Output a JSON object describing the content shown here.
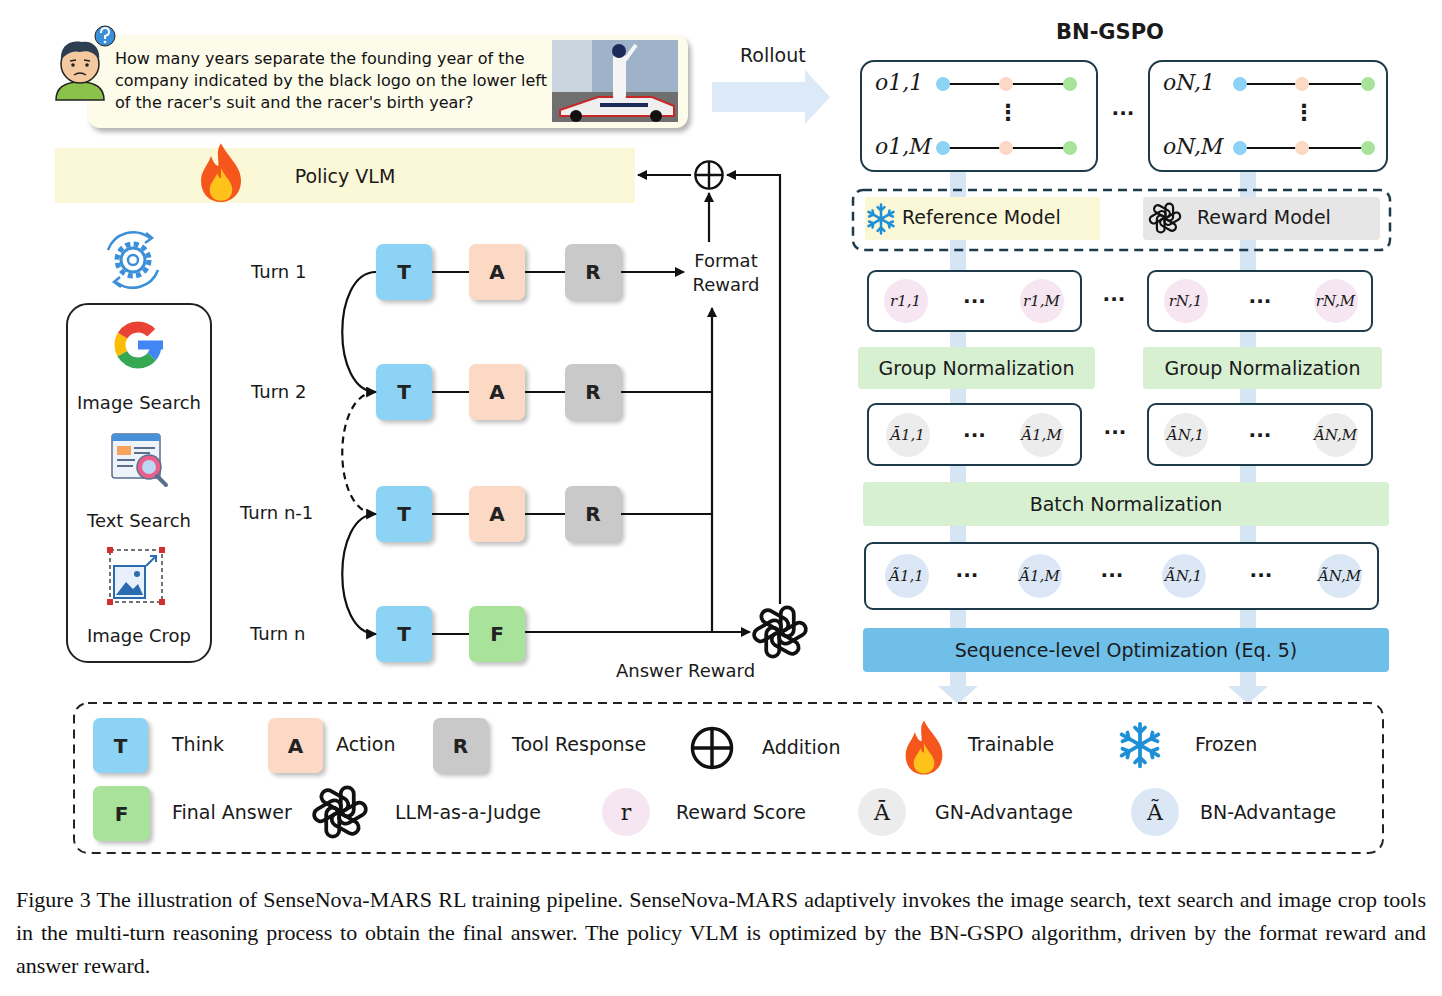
{
  "diagram": {
    "caption": "Figure 3 The illustration of SenseNova-MARS RL training pipeline. SenseNova-MARS adaptively invokes the image search, text search and image crop tools in the multi-turn reasoning process to obtain the final answer. The policy VLM is optimized by the BN-GSPO algorithm, driven by the format reward and answer reward.",
    "nodes": [
      {
        "text": [
          "How many years separate the founding year of the company indicated by the black logo on the lower left of the racer's suit and the racer's birth year?"
        ]
      },
      {
        "text": [
          "Policy VLM"
        ]
      },
      {
        "text": [
          "Image Search",
          "Text Search",
          "Image Crop"
        ]
      },
      {
        "text": [
          "T"
        ]
      },
      {
        "text": [
          "A"
        ]
      },
      {
        "text": [
          "R"
        ]
      },
      {
        "text": [
          "T"
        ]
      },
      {
        "text": [
          "A"
        ]
      },
      {
        "text": [
          "R"
        ]
      },
      {
        "text": [
          "T"
        ]
      },
      {
        "text": [
          "A"
        ]
      },
      {
        "text": [
          "R"
        ]
      },
      {
        "text": [
          "T"
        ]
      },
      {
        "text": [
          "F"
        ]
      },
      {
        "text": [
          "o1,1",
          "o1,M"
        ]
      },
      {
        "text": [
          "oN,1",
          "oN,M"
        ]
      },
      {
        "text": [
          "Reference Model"
        ]
      },
      {
        "text": [
          "Reward Model"
        ]
      },
      {
        "text": [
          "···"
        ]
      },
      {
        "text": [
          "r1,1"
        ],
        "in": 18
      },
      {
        "text": [
          "r1,M"
        ],
        "in": 18
      },
      {
        "text": [
          "···"
        ]
      },
      {
        "text": [
          "rN,1"
        ],
        "in": 21
      },
      {
        "text": [
          "rN,M"
        ],
        "in": 21
      },
      {
        "text": [
          "Group Normalization"
        ]
      },
      {
        "text": [
          "Group Normalization"
        ]
      },
      {
        "text": [
          "···"
        ]
      },
      {
        "text": [
          "Ā1,1"
        ],
        "in": 26
      },
      {
        "text": [
          "Ā1,M"
        ],
        "in": 26
      },
      {
        "text": [
          "···"
        ]
      },
      {
        "text": [
          "ĀN,1"
        ],
        "in": 29
      },
      {
        "text": [
          "ĀN,M"
        ],
        "in": 29
      },
      {
        "text": [
          "Batch Normalization"
        ]
      },
      {
        "text": [
          "···",
          "···",
          "···"
        ]
      },
      {
        "text": [
          "Ã1,1"
        ],
        "in": 33
      },
      {
        "text": [
          "Ã1,M"
        ],
        "in": 33
      },
      {
        "text": [
          "ÃN,1"
        ],
        "in": 33
      },
      {
        "text": [
          "ÃN,M"
        ],
        "in": 33
      },
      {
        "text": [
          "Sequence-level Optimization (Eq. 5)"
        ]
      }
    ],
    "edges": [
      {
        "from": 3,
        "to": 4,
        "arrow": "none"
      },
      {
        "from": 4,
        "to": 5,
        "arrow": "none"
      },
      {
        "from": 3,
        "to": 6,
        "arrow": "to"
      },
      {
        "from": 6,
        "to": 7,
        "arrow": "none"
      },
      {
        "from": 7,
        "to": 8,
        "arrow": "none"
      },
      {
        "from": 6,
        "to": 9,
        "arrow": "to"
      },
      {
        "from": 9,
        "to": 10,
        "arrow": "none"
      },
      {
        "from": 10,
        "to": 11,
        "arrow": "none"
      },
      {
        "from": 9,
        "to": 12,
        "arrow": "to"
      },
      {
        "from": 12,
        "to": 13,
        "arrow": "none"
      }
    ],
    "labels": [
      "Rollout",
      "BN-GSPO",
      "Turn 1",
      "Turn 2",
      "Turn n-1",
      "Turn n",
      "Format Reward",
      "Answer Reward",
      "⋮",
      "⋮",
      "···",
      "···",
      "···",
      "T",
      "A",
      "R",
      "F",
      "r",
      "Ā",
      "Ã"
    ],
    "legend": [
      {
        "text": "Think",
        "color": "#8dd3f5"
      },
      {
        "text": "Action",
        "color": "#fbd9c5"
      },
      {
        "text": "Tool Response",
        "color": "#c9c9c9"
      },
      {
        "text": "Addition"
      },
      {
        "text": "Trainable"
      },
      {
        "text": "Frozen"
      },
      {
        "text": "Final Answer",
        "color": "#a8e29b"
      },
      {
        "text": "LLM-as-a-Judge"
      },
      {
        "text": "Reward Score",
        "color": "#f6e6f1"
      },
      {
        "text": "GN-Advantage",
        "color": "#ececec"
      },
      {
        "text": "BN-Advantage",
        "color": "#dbe7f5"
      }
    ]
  }
}
